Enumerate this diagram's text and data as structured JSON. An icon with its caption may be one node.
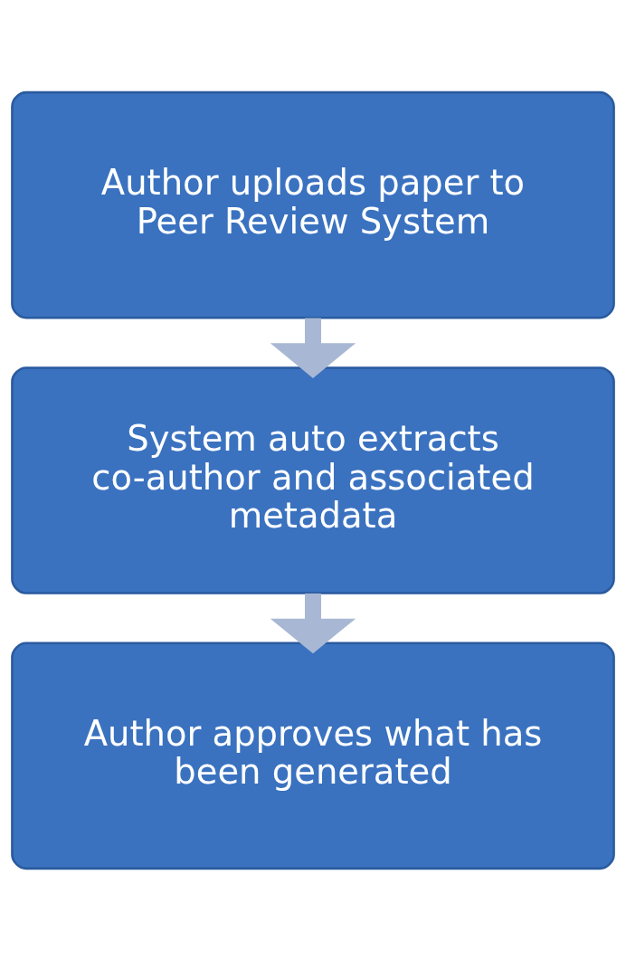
{
  "diagram": {
    "nodes": [
      {
        "text": [
          "Author uploads paper to Peer Review System"
        ]
      },
      {
        "text": [
          "System auto extracts co-author and associated metadata"
        ]
      },
      {
        "text": [
          "Author approves what has been generated"
        ]
      }
    ],
    "edges": [
      {
        "from": 0,
        "to": 1,
        "arrow": "to"
      },
      {
        "from": 1,
        "to": 2,
        "arrow": "to"
      }
    ]
  }
}
